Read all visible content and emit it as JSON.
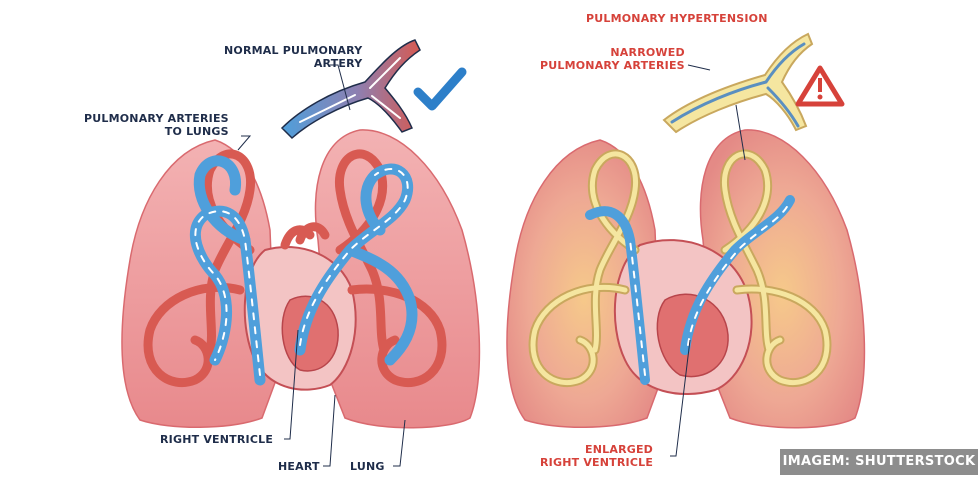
{
  "labels": {
    "normal_artery": [
      "NORMAL PULMONARY",
      "ARTERY"
    ],
    "arteries_to_lungs": [
      "PULMONARY ARTERIES",
      "TO LUNGS"
    ],
    "right_ventricle": "RIGHT VENTRICLE",
    "heart": "HEART",
    "lung": "LUNG",
    "hypertension_title": "PULMONARY HYPERTENSION",
    "narrowed": [
      "NARROWED",
      "PULMONARY ARTERIES"
    ],
    "enlarged": [
      "ENLARGED",
      "RIGHT VENTRICLE"
    ]
  },
  "watermark": "IMAGEM: SHUTTERSTOCK",
  "icons": {
    "normal_status": "checkmark-icon",
    "warning_status": "warning-triangle-icon"
  },
  "colors": {
    "label_dark": "#1f2d4a",
    "label_red": "#d6423a",
    "lung_normal": "#f2a7a9",
    "lung_diseased": "#eeb29a",
    "vessel_blue": "#4f9fdb",
    "vessel_red": "#d85a52",
    "narrowed_yellow": "#f5e6a0",
    "check_blue": "#2d7fc9"
  }
}
